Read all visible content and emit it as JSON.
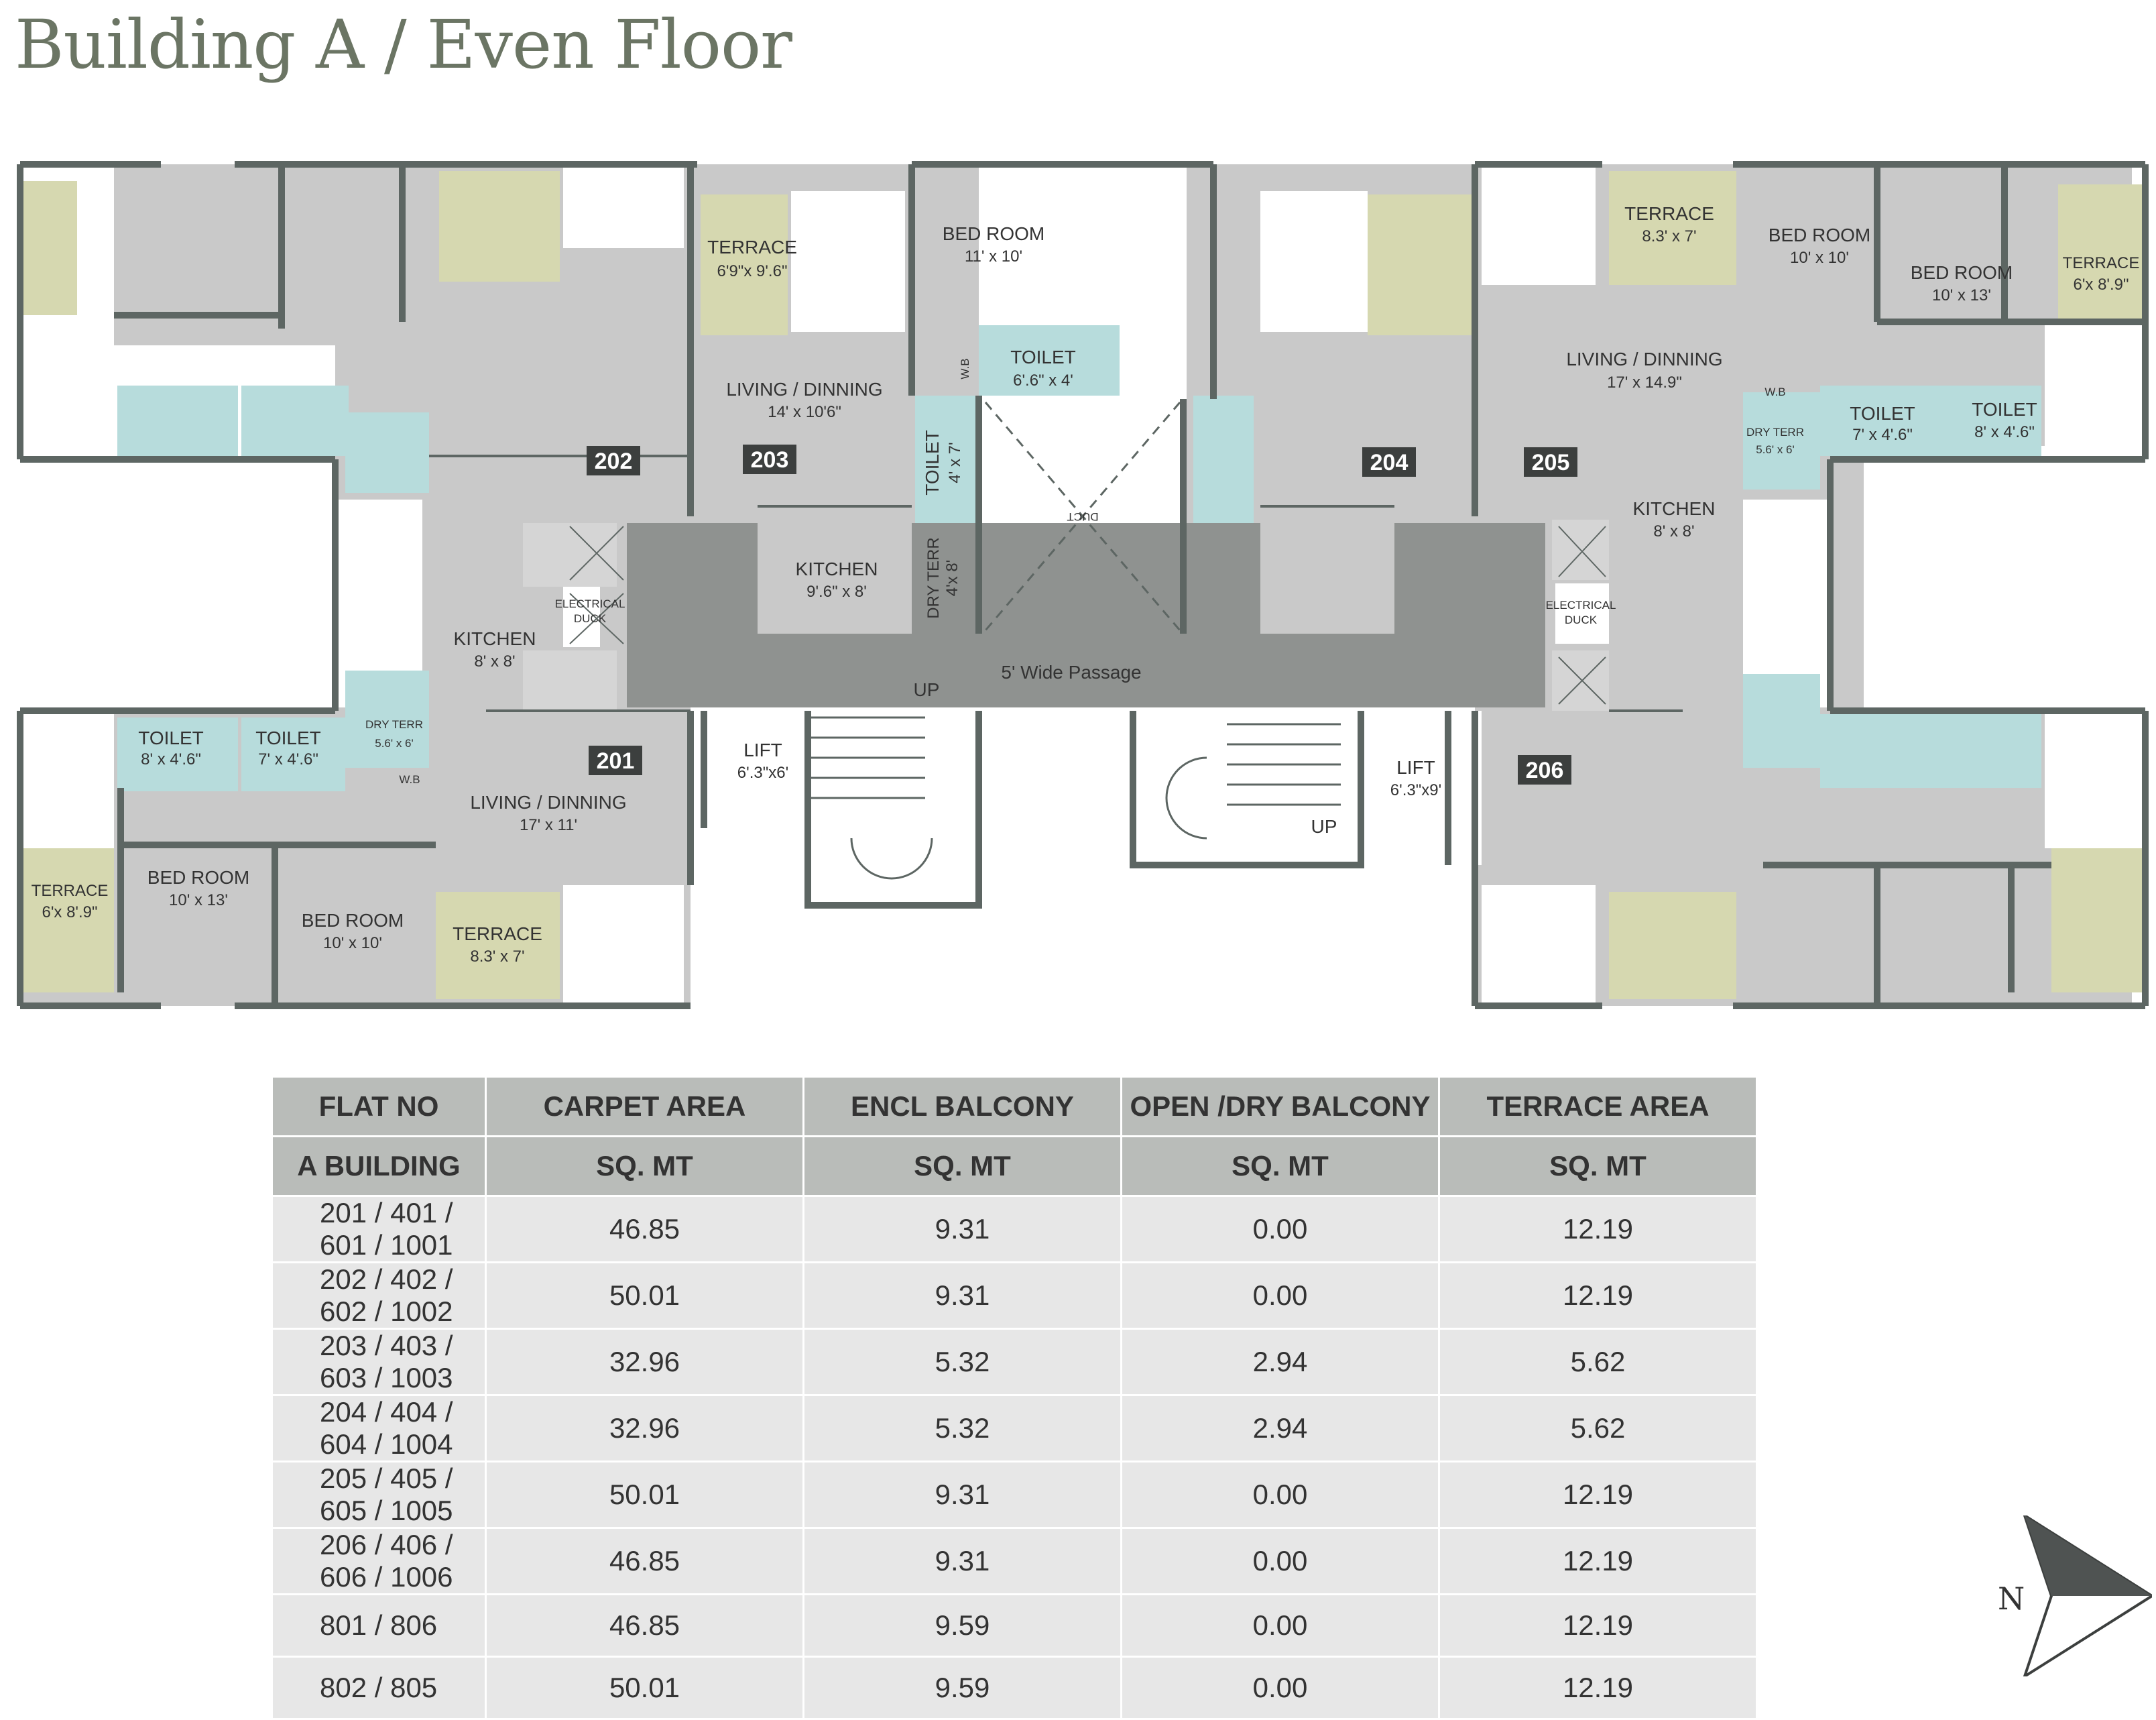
{
  "title": "Building A / Even Floor",
  "plan": {
    "flats": [
      "201",
      "202",
      "203",
      "204",
      "205",
      "206"
    ],
    "rooms": {
      "r202_terrace": "TERRACE",
      "r202_terrace_dim": "6'9\"x 9'.6\"",
      "r203_living": "LIVING / DINNING",
      "r203_living_dim": "14' x 10'6\"",
      "r203_kitchen": "KITCHEN",
      "r203_kitchen_dim": "9'.6\" x 8'",
      "r203_toilet": "TOILET",
      "r203_toilet_dim": "4' x 7'",
      "r203_dryterr": "DRY TERR",
      "r203_dryterr_dim": "4'x 8'",
      "r203_bed": "BED ROOM",
      "r203_bed_dim": "11' x 10'",
      "r203_wb": "W.B",
      "r203_toilet2": "TOILET",
      "r203_toilet2_dim": "6'.6\" x 4'",
      "duct": "DUCT",
      "r205_terrace": "TERRACE",
      "r205_terrace_dim": "8.3' x 7'",
      "r205_bed1": "BED ROOM",
      "r205_bed1_dim": "10' x 10'",
      "r205_bed2": "BED ROOM",
      "r205_bed2_dim": "10' x 13'",
      "r205_terrace2": "TERRACE",
      "r205_terrace2_dim": "6'x 8'.9\"",
      "r205_living": "LIVING / DINNING",
      "r205_living_dim": "17' x 14.9\"",
      "r205_wb": "W.B",
      "r205_dryterr": "DRY TERR",
      "r205_dryterr_dim": "5.6' x 6'",
      "r205_toilet1": "TOILET",
      "r205_toilet1_dim": "7' x 4'.6\"",
      "r205_toilet2": "TOILET",
      "r205_toilet2_dim": "8' x 4'.6\"",
      "r205_kitchen": "KITCHEN",
      "r205_kitchen_dim": "8' x 8'",
      "elec_l1": "ELECTRICAL",
      "elec_l2": "DUCK",
      "r201_kitchen": "KITCHEN",
      "r201_kitchen_dim": "8' x 8'",
      "r201_toilet1": "TOILET",
      "r201_toilet1_dim": "8' x 4'.6\"",
      "r201_toilet2": "TOILET",
      "r201_toilet2_dim": "7' x 4'.6\"",
      "r201_dryterr": "DRY TERR",
      "r201_dryterr_dim": "5.6' x 6'",
      "r201_wb": "W.B",
      "r201_living": "LIVING / DINNING",
      "r201_living_dim": "17' x 11'",
      "r201_terrace1": "TERRACE",
      "r201_terrace1_dim": "6'x 8'.9\"",
      "r201_bed1": "BED ROOM",
      "r201_bed1_dim": "10' x 13'",
      "r201_bed2": "BED ROOM",
      "r201_bed2_dim": "10' x 10'",
      "r201_terrace2": "TERRACE",
      "r201_terrace2_dim": "8.3' x 7'",
      "passage": "5' Wide Passage",
      "up1": "UP",
      "up2": "UP",
      "lift1": "LIFT",
      "lift1_dim": "6'.3\"x6'",
      "lift2": "LIFT",
      "lift2_dim": "6'.3\"x9'"
    }
  },
  "table": {
    "header1": [
      "FLAT NO",
      "CARPET AREA",
      "ENCL BALCONY",
      "OPEN /DRY BALCONY",
      "TERRACE AREA"
    ],
    "header2": [
      "A  BUILDING",
      "SQ. MT",
      "SQ. MT",
      "SQ. MT",
      "SQ. MT"
    ],
    "rows": [
      [
        "201 / 401 / 601 / 1001",
        "46.85",
        "9.31",
        "0.00",
        "12.19"
      ],
      [
        "202 / 402 / 602 / 1002",
        "50.01",
        "9.31",
        "0.00",
        "12.19"
      ],
      [
        "203 / 403 / 603 / 1003",
        "32.96",
        "5.32",
        "2.94",
        "5.62"
      ],
      [
        "204 / 404 / 604 / 1004",
        "32.96",
        "5.32",
        "2.94",
        "5.62"
      ],
      [
        "205 / 405 / 605 / 1005",
        "50.01",
        "9.31",
        "0.00",
        "12.19"
      ],
      [
        "206 / 406 / 606 / 1006",
        "46.85",
        "9.31",
        "0.00",
        "12.19"
      ],
      [
        "801 / 806",
        "46.85",
        "9.59",
        "0.00",
        "12.19"
      ],
      [
        "802 / 805",
        "50.01",
        "9.59",
        "0.00",
        "12.19"
      ]
    ]
  },
  "north": "N",
  "colors": {
    "room": "#c9c9c9",
    "terrace": "#d6d8b0",
    "toilet": "#b7dcdc",
    "wall": "#5d6663",
    "passage": "#8f9290",
    "tag": "#3c3f3e"
  }
}
